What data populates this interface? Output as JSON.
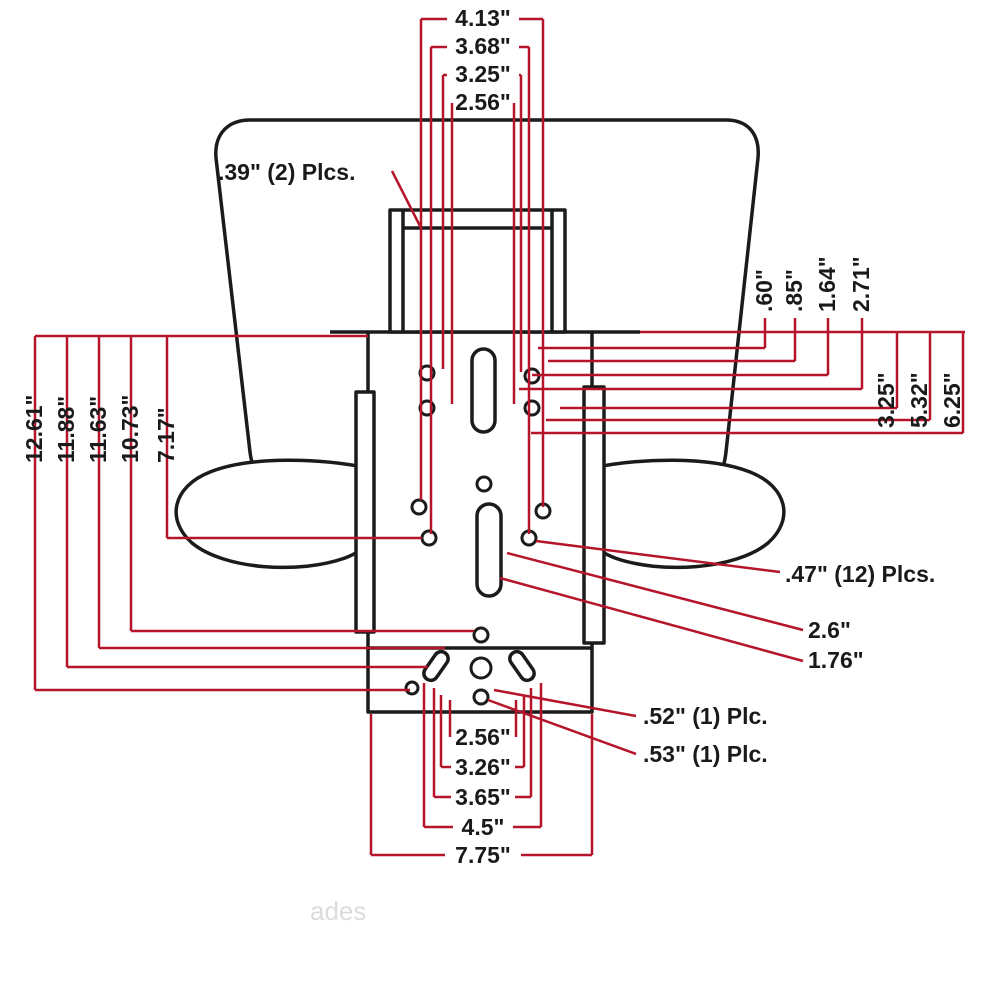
{
  "diagram": {
    "type": "technical-dimension-drawing",
    "subject": "seat-base-mounting-hole-pattern",
    "colors": {
      "outline": "#1b1b1b",
      "dimension_red": "#b5152b",
      "text": "#1a1a1a",
      "background": "#ffffff"
    },
    "watermark": "ades",
    "dims": {
      "top": [
        "4.13\"",
        "3.68\"",
        "3.25\"",
        "2.56\""
      ],
      "left": [
        "12.61\"",
        "11.88\"",
        "11.63\"",
        "10.73\"",
        "7.17\""
      ],
      "right_upper": [
        ".60\"",
        ".85\"",
        "1.64\"",
        "2.71\""
      ],
      "right_mid": [
        "3.25\"",
        "5.32\"",
        "6.25\""
      ],
      "bottom": [
        "2.56\"",
        "3.26\"",
        "3.65\"",
        "4.5\"",
        "7.75\""
      ],
      "callouts": {
        "plcs39": ".39\" (2) Plcs.",
        "plcs47": ".47\" (12) Plcs.",
        "dim26": "2.6\"",
        "dim176": "1.76\"",
        "plc52": ".52\" (1) Plc.",
        "plc53": ".53\" (1) Plc."
      }
    }
  }
}
